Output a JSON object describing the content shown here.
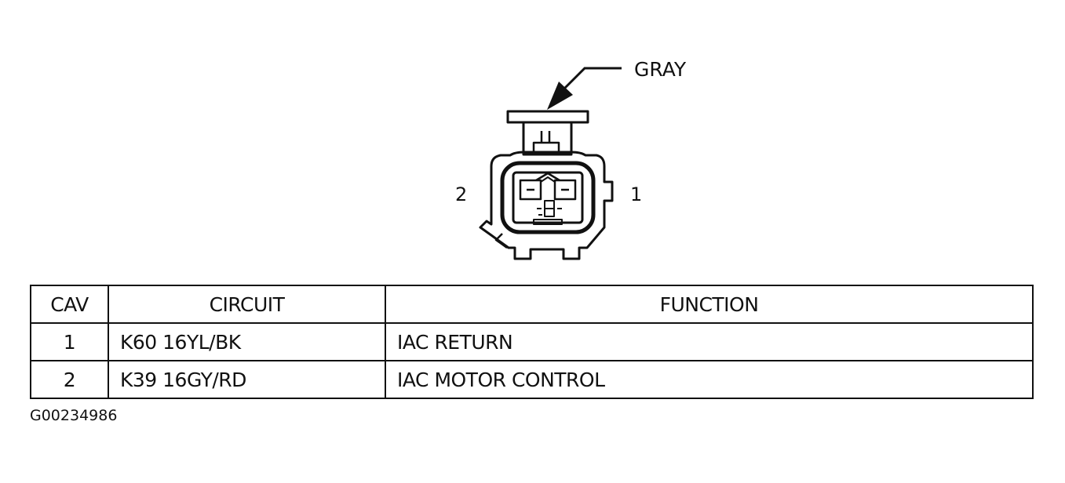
{
  "connector": {
    "color_label": "GRAY",
    "pin_labels": [
      "2",
      "1"
    ]
  },
  "table": {
    "headers": {
      "cav": "CAV",
      "circuit": "CIRCUIT",
      "function": "FUNCTION"
    },
    "rows": [
      {
        "cav": "1",
        "circuit": "K60 16YL/BK",
        "function": "IAC RETURN"
      },
      {
        "cav": "2",
        "circuit": "K39 16GY/RD",
        "function": "IAC MOTOR CONTROL"
      }
    ]
  },
  "figure_id": "G00234986",
  "colors": {
    "ink": "#111111",
    "background": "#ffffff"
  }
}
